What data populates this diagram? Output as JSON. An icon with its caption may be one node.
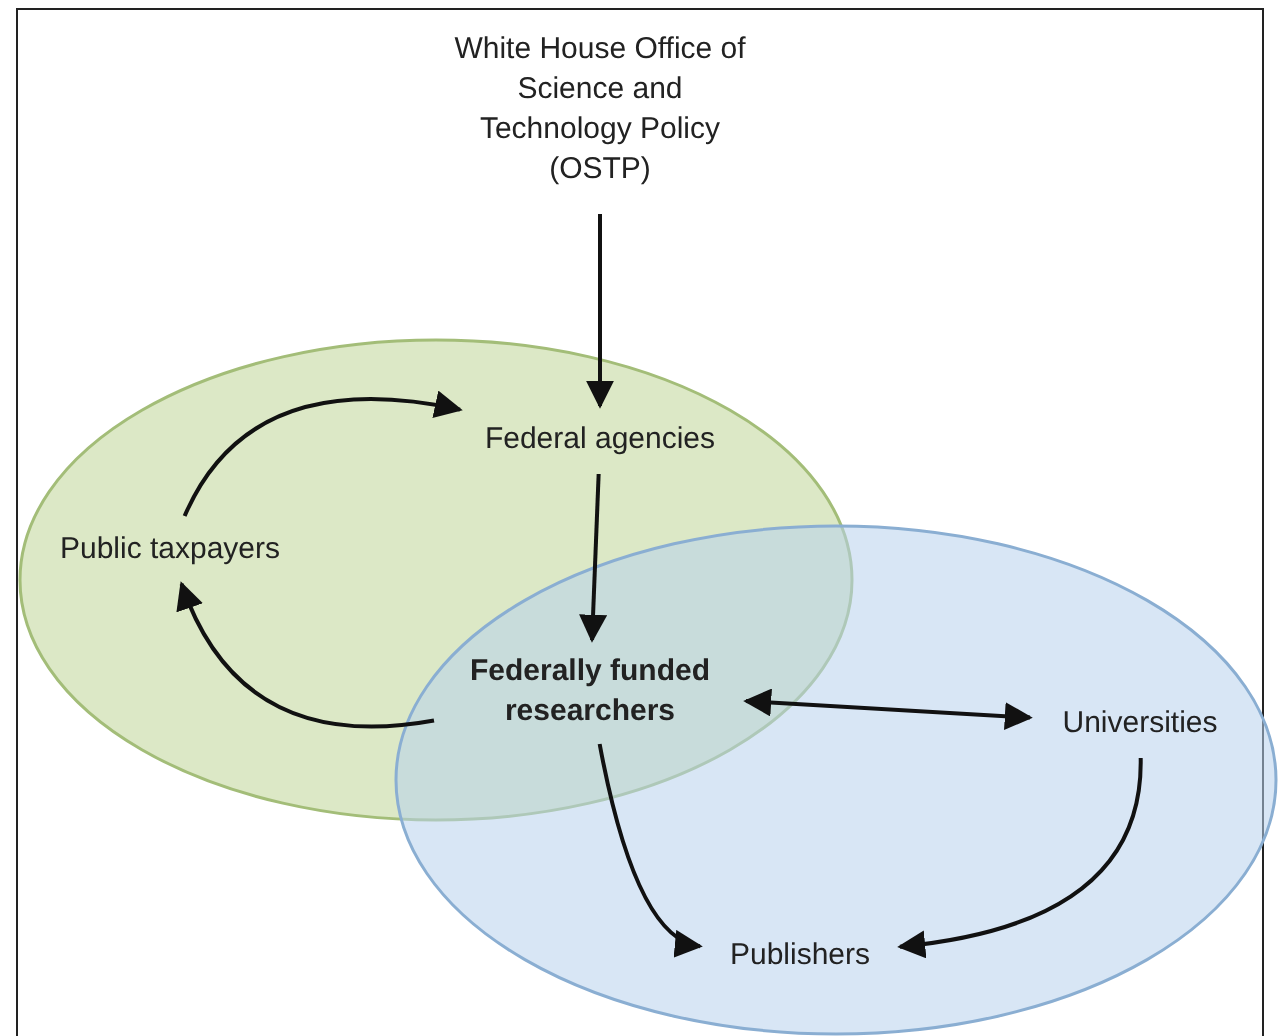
{
  "diagram": {
    "nodes": [
      {
        "text": [
          "White House Office of Science and Technology Policy (OSTP)"
        ]
      },
      {
        "text": [
          "Federal agencies"
        ]
      },
      {
        "text": [
          "Public taxpayers"
        ]
      },
      {
        "text": [
          "Federally funded researchers"
        ]
      },
      {
        "text": [
          "Universities"
        ]
      },
      {
        "text": [
          "Publishers"
        ]
      }
    ],
    "edges": [
      {
        "from": 0,
        "to": 1,
        "arrow": "to"
      },
      {
        "from": 2,
        "to": 1,
        "arrow": "to"
      },
      {
        "from": 1,
        "to": 3,
        "arrow": "to"
      },
      {
        "from": 3,
        "to": 2,
        "arrow": "to"
      },
      {
        "from": 3,
        "to": 4,
        "arrow": "both"
      },
      {
        "from": 3,
        "to": 5,
        "arrow": "to"
      },
      {
        "from": 4,
        "to": 5,
        "arrow": "to"
      }
    ]
  }
}
